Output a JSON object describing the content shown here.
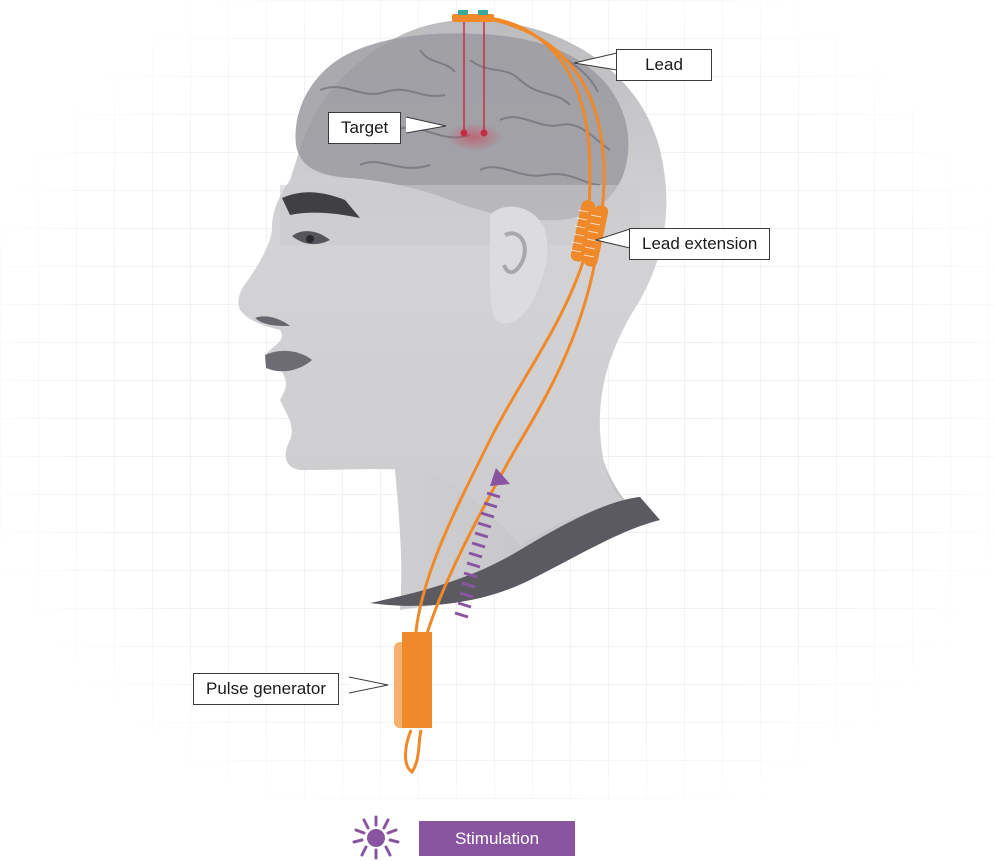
{
  "labels": {
    "lead": "Lead",
    "target": "Target",
    "lead_extension": "Lead extension",
    "pulse_generator": "Pulse generator"
  },
  "legend": {
    "stimulation_label": "Stimulation",
    "icon": "stimulation-burst-icon"
  },
  "colors": {
    "device_orange": "#f0892a",
    "stimulation_purple": "#8a55a0",
    "target_red": "#d13a4f",
    "head_gray": "#c8c8ca",
    "grid": "#e6e6e6"
  }
}
